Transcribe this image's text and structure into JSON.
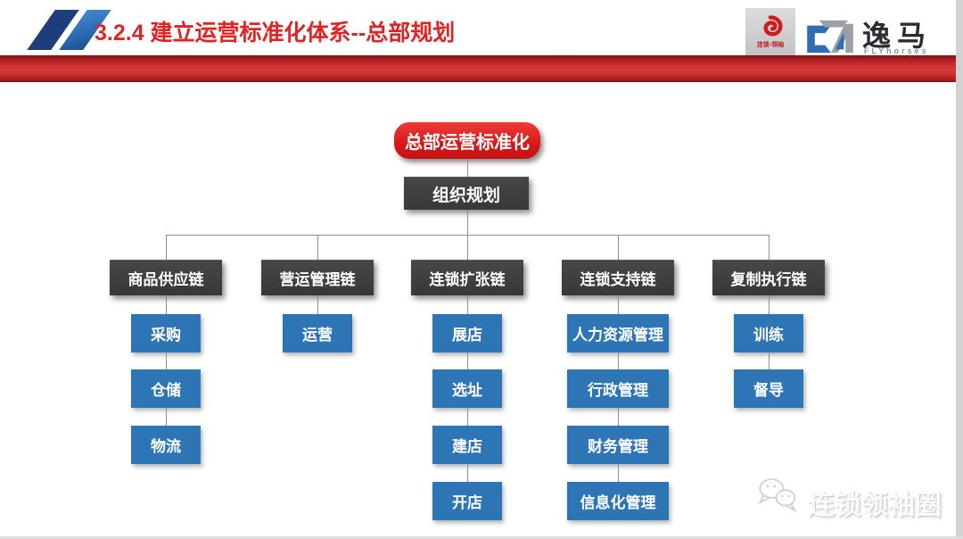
{
  "slide": {
    "title": "3.2.4 建立运营标准化体系--总部规划"
  },
  "logos": {
    "badge": {
      "caption": "连锁-领袖"
    },
    "brand": {
      "name": "逸马",
      "sub": "FLYhorses"
    }
  },
  "diagram": {
    "root": "总部运营标准化",
    "level2": "组织规划",
    "branches": [
      {
        "title": "商品供应链",
        "children": [
          "采购",
          "仓储",
          "物流"
        ]
      },
      {
        "title": "营运管理链",
        "children": [
          "运营"
        ]
      },
      {
        "title": "连锁扩张链",
        "children": [
          "展店",
          "选址",
          "建店",
          "开店"
        ]
      },
      {
        "title": "连锁支持链",
        "children": [
          "人力资源管理",
          "行政管理",
          "财务管理",
          "信息化管理"
        ]
      },
      {
        "title": "复制执行链",
        "children": [
          "训练",
          "督导"
        ]
      }
    ]
  },
  "watermark": {
    "text": "连锁领袖圈"
  },
  "colors": {
    "accent_red": "#d01f1f",
    "dark_box": "#3b3b3b",
    "blue_box": "#2e75b6",
    "navy_slash": "#1d3e7a",
    "blue_slash": "#2c6cb5"
  }
}
